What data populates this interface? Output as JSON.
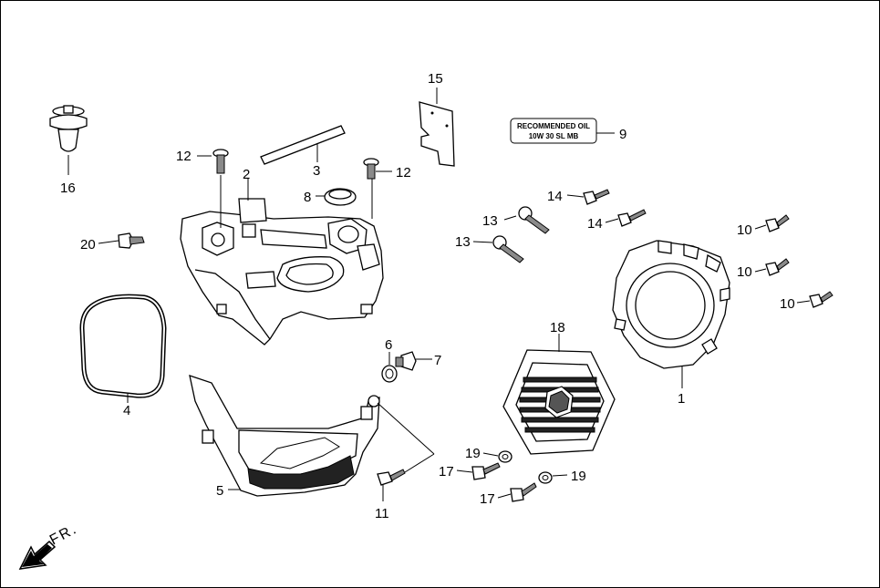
{
  "callouts": {
    "c1": "1",
    "c2": "2",
    "c3": "3",
    "c4": "4",
    "c5": "5",
    "c6": "6",
    "c7": "7",
    "c8": "8",
    "c9": "9",
    "c10a": "10",
    "c10b": "10",
    "c10c": "10",
    "c11": "11",
    "c12a": "12",
    "c12b": "12",
    "c13a": "13",
    "c13b": "13",
    "c14a": "14",
    "c14b": "14",
    "c15": "15",
    "c16": "16",
    "c17a": "17",
    "c17b": "17",
    "c18": "18",
    "c19a": "19",
    "c19b": "19",
    "c20": "20"
  },
  "label_plate": {
    "line1": "RECOMMENDED OIL",
    "line2": "10W 30 SL MB"
  },
  "direction": {
    "text": "FR."
  }
}
